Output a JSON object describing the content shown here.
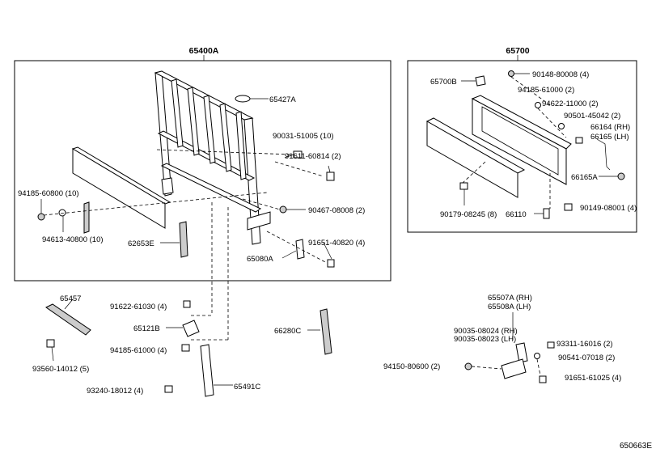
{
  "groups": {
    "g65400A": "65400A",
    "g65700": "65700"
  },
  "labels": {
    "p65427A": "65427A",
    "p90031_51005": "90031-51005 (10)",
    "p91611_60814": "91611-60814 (2)",
    "p94185_60800": "94185-60800 (10)",
    "p94613_40800": "94613-40800 (10)",
    "p62653E": "62653E",
    "p90467_08008": "90467-08008 (2)",
    "p91651_40820": "91651-40820 (4)",
    "p65080A": "65080A",
    "p65700B": "65700B",
    "p90148_80008": "90148-80008 (4)",
    "p94185_61000a": "94185-61000 (2)",
    "p94622_11000": "94622-11000 (2)",
    "p90501_45042": "90501-45042 (2)",
    "p66164": "66164 (RH)",
    "p66165": "66165 (LH)",
    "p66165A": "66165A",
    "p90179_08245": "90179-08245 (8)",
    "p66110": "66110",
    "p90149_08001": "90149-08001 (4)",
    "p65457": "65457",
    "p91622_61030": "91622-61030 (4)",
    "p65121B": "65121B",
    "p94185_61000b": "94185-61000 (4)",
    "p93560_14012": "93560-14012 (5)",
    "p93240_18012": "93240-18012 (4)",
    "p65491C": "65491C",
    "p66280C": "66280C",
    "p65507A": "65507A (RH)",
    "p65508A": "65508A (LH)",
    "p90035_08024": "90035-08024 (RH)",
    "p90035_08023": "90035-08023 (LH)",
    "p93311_16016": "93311-16016 (2)",
    "p90541_07018": "90541-07018 (2)",
    "p94150_80600": "94150-80600 (2)",
    "p91651_61025": "91651-61025 (4)"
  },
  "footer": {
    "code": "650663E"
  }
}
